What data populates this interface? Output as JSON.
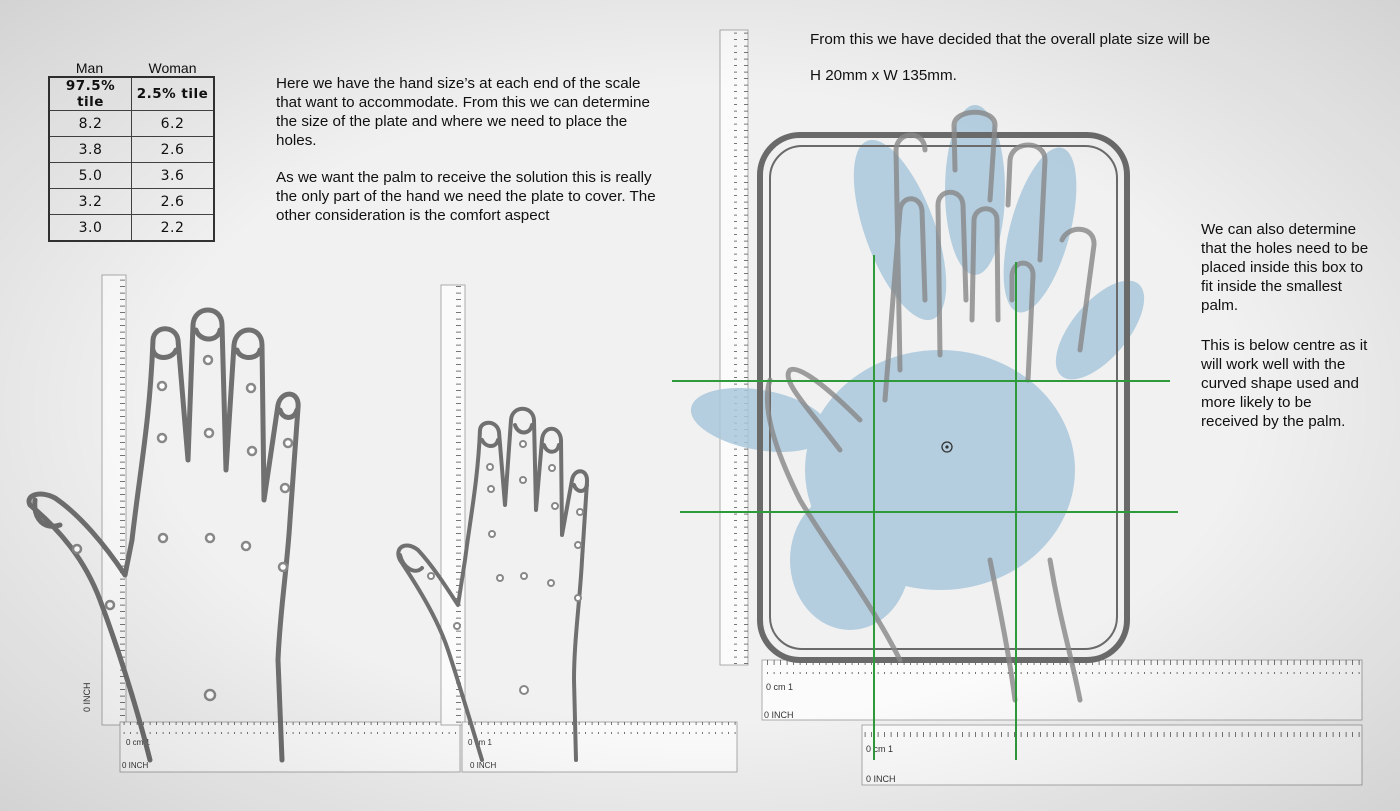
{
  "table": {
    "headers": [
      "Man",
      "Woman"
    ],
    "rows": [
      [
        "97.5% tile",
        "2.5% tile"
      ],
      [
        "8.2",
        "6.2"
      ],
      [
        "3.8",
        "2.6"
      ],
      [
        "5.0",
        "3.6"
      ],
      [
        "3.2",
        "2.6"
      ],
      [
        "3.0",
        "2.2"
      ]
    ]
  },
  "intro": {
    "para1": "Here we have the hand size’s at each end of the scale that want to accommodate. From this we can determine the size of the plate and where we need to place the holes.",
    "para2": "As we want the palm to receive the solution this is really the only part of the hand we need the plate to cover. The other consideration is the comfort aspect"
  },
  "plate": {
    "line1": "From this we have decided that the overall plate size will be",
    "line2": "H 20mm x W 135mm."
  },
  "side": {
    "para1": "We can also determine that the holes need to be placed inside this box to fit inside the smallest palm.",
    "para2": "This is below centre as it will work well with the curved shape used and more likely to be received by the palm."
  },
  "rulers": {
    "cm_marker": "0 cm 1",
    "inch_marker": "0 INCH",
    "vertical_label": "0 INCH"
  },
  "colors": {
    "guide_green": "#2f9a3a",
    "palm_blue": "#a9c8dc",
    "outline_grey": "#6a6a6a"
  }
}
